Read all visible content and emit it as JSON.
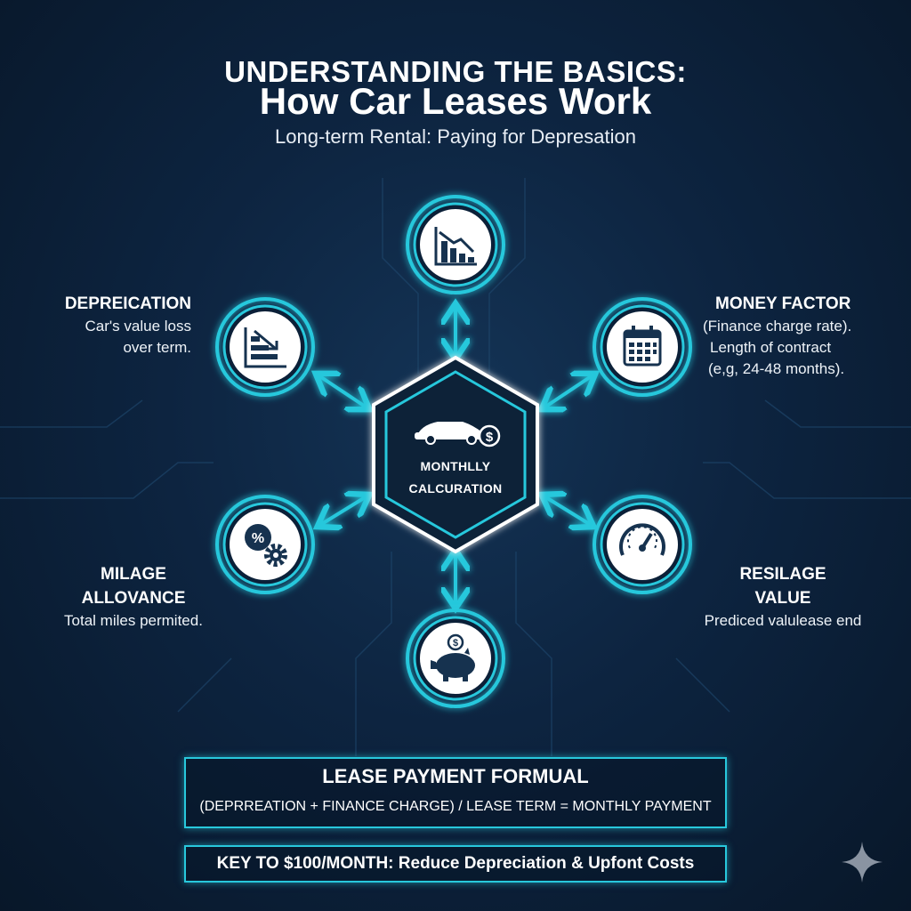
{
  "header": {
    "title_line1": "UNDERSTANDING THE BASICS:",
    "title_line2": "How Car Leases Work",
    "subtitle": "Long-term Rental: Paying for Depresation"
  },
  "center": {
    "label_line1": "MONTHLLY",
    "label_line2": "CALCURATION",
    "icon": "car-dollar-icon"
  },
  "nodes": {
    "depreciation": {
      "title": "DEPREICATION",
      "desc_line1": "Car's value loss",
      "desc_line2": "over term.",
      "icon": "declining-bar-chart-icon"
    },
    "money_factor": {
      "title": "MONEY FACTOR",
      "desc_line1": "(Finance charge rate).",
      "desc_line2": "Length of contract",
      "desc_line3": "(e,g, 24-48 months).",
      "icon": "calendar-icon"
    },
    "mileage": {
      "title_line1": "MILAGE",
      "title_line2": "ALLOVANCE",
      "desc": "Total miles permited.",
      "icon": "percent-gear-icon"
    },
    "residual": {
      "title_line1": "RESILAGE",
      "title_line2": "VALUE",
      "desc": "Prediced valulease end",
      "icon": "speedometer-icon"
    },
    "top": {
      "icon": "bar-chart-down-icon"
    },
    "bottom": {
      "icon": "piggy-bank-icon"
    }
  },
  "formula": {
    "title": "LEASE PAYMENT FORMUAL",
    "equation": "(DEPRREATION + FINANCE CHARGE) / LEASE TERM = MONTHLY PAYMENT"
  },
  "key": {
    "text": "KEY TO $100/MONTH: Reduce Depreciation & Upfont Costs"
  },
  "colors": {
    "accent": "#28c8dc",
    "background": "#0d2440",
    "text": "#ffffff"
  }
}
